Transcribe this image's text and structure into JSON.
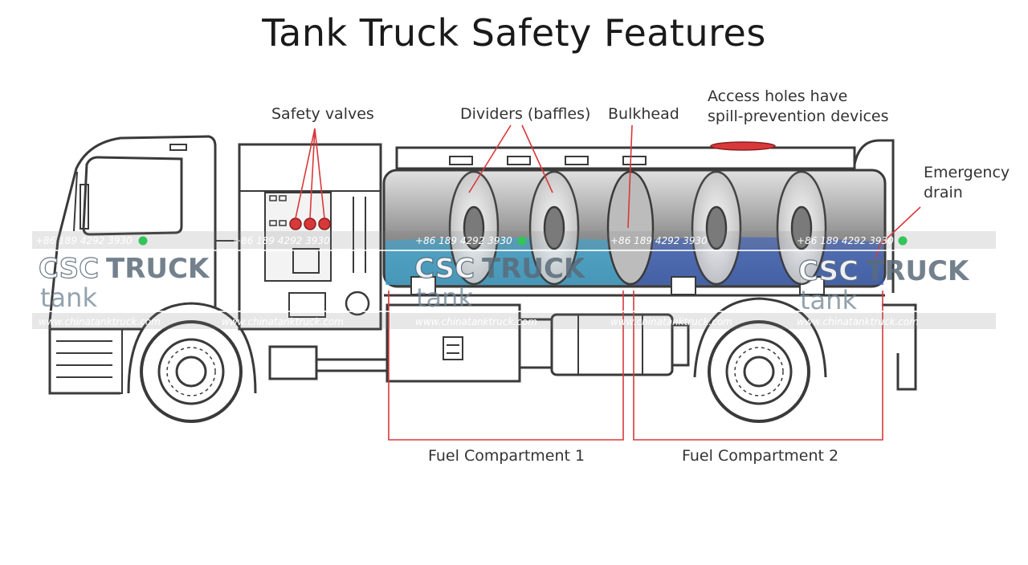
{
  "title": "Tank Truck Safety Features",
  "labels": {
    "safety_valves": "Safety valves",
    "dividers": "Dividers (baffles)",
    "bulkhead": "Bulkhead",
    "access_holes_line1": "Access holes have",
    "access_holes_line2": "spill-prevention devices",
    "emergency_line1": "Emergency",
    "emergency_line2": "drain",
    "compartment1": "Fuel Compartment 1",
    "compartment2": "Fuel Compartment 2"
  },
  "watermark": {
    "phone": "+86 189 4292 3930",
    "brand_a": "CSC",
    "brand_b": "TRUCK",
    "sub": "tank",
    "url": "www.chinatanktruck.com"
  },
  "colors": {
    "annotation": "#d9383a",
    "line": "#3a3a3a",
    "fuel": "#3fa9d6",
    "fuel_dark": "#3b63c4"
  }
}
